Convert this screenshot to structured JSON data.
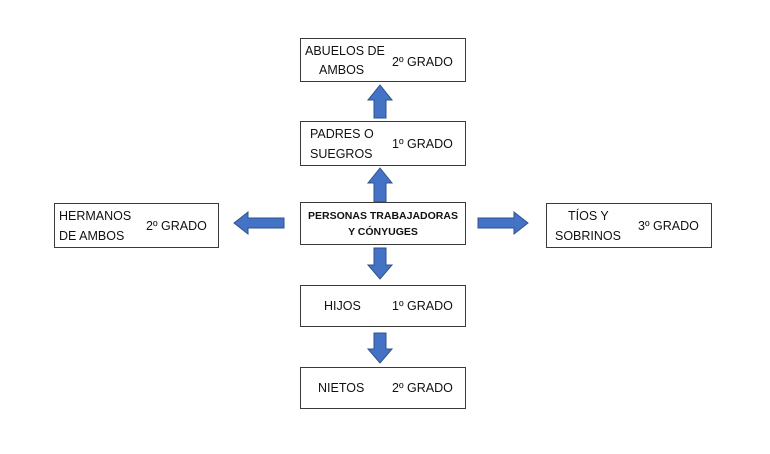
{
  "nodes": {
    "abuelos": {
      "label_line1": "ABUELOS DE",
      "label_line2": "AMBOS",
      "grade": "2º GRADO"
    },
    "padres": {
      "label_line1": "PADRES O",
      "label_line2": "SUEGROS",
      "grade": "1º GRADO"
    },
    "center": {
      "label_line1": "PERSONAS TRABAJADORAS",
      "label_line2": "Y CÓNYUGES"
    },
    "hermanos": {
      "label_line1": "HERMANOS",
      "label_line2": "DE AMBOS",
      "grade": "2º GRADO"
    },
    "tios": {
      "label_line1": "TÍOS Y",
      "label_line2": "SOBRINOS",
      "grade": "3º GRADO"
    },
    "hijos": {
      "label": "HIJOS",
      "grade": "1º GRADO"
    },
    "nietos": {
      "label": "NIETOS",
      "grade": "2º GRADO"
    }
  },
  "colors": {
    "arrow_fill": "#4472c4",
    "arrow_stroke": "#2f528f",
    "border": "#3a3a3a"
  }
}
